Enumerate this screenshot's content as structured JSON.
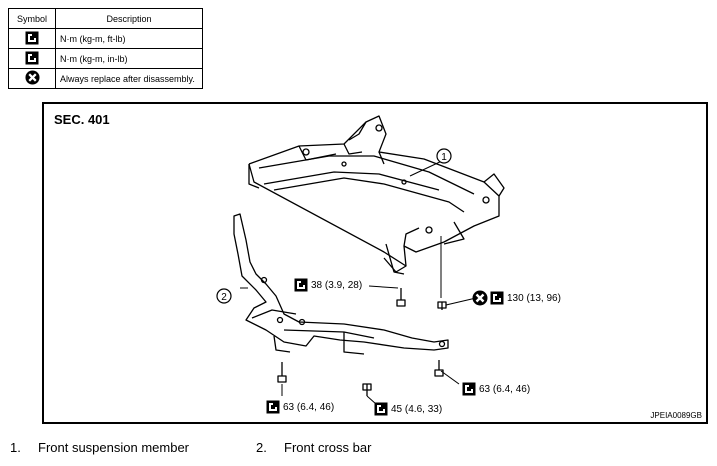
{
  "legend": {
    "header_symbol": "Symbol",
    "header_description": "Description",
    "rows": [
      {
        "icon": "torque-wrench-icon",
        "description": "N·m (kg-m, ft-lb)"
      },
      {
        "icon": "torque-wrench-small-icon",
        "description": "N·m (kg-m, in-lb)"
      },
      {
        "icon": "replace-part-icon",
        "description": "Always replace after disassembly."
      }
    ]
  },
  "diagram": {
    "section": "SEC. 401",
    "reference_code": "JPEIA0089GB",
    "part_markers": [
      "1",
      "2"
    ],
    "callouts": {
      "torque_38": "38 (3.9, 28)",
      "torque_130": "130 (13, 96)",
      "torque_63_right": "63 (6.4, 46)",
      "torque_63_left": "63 (6.4, 46)",
      "torque_45": "45 (4.6, 33)"
    }
  },
  "parts": [
    {
      "number": "1.",
      "name": "Front suspension member"
    },
    {
      "number": "2.",
      "name": "Front cross bar"
    }
  ]
}
